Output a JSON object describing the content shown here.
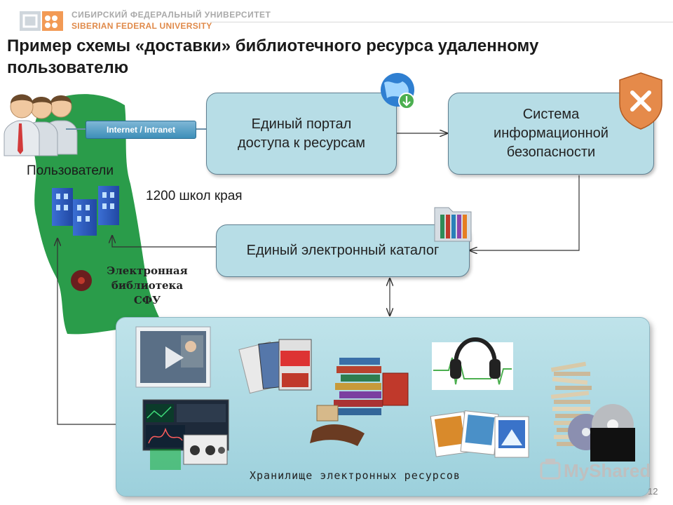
{
  "header": {
    "university_ru": "СИБИРСКИЙ ФЕДЕРАЛЬНЫЙ УНИВЕРСИТЕТ",
    "university_en": "SIBERIAN FEDERAL UNIVERSITY"
  },
  "title": "Пример схемы «доставки» библиотечного ресурса удаленному пользователю",
  "nodes": {
    "users_label": "Пользователи",
    "network": "Internet / Intranet",
    "portal": "Единый портал доступа к ресурсам",
    "security": "Система информационной безопасности",
    "catalog": "Единый электронный каталог",
    "schools": "1200 школ края",
    "elib": "Электронная библиотека СФУ",
    "repository": "Хранилище электронных ресурсов"
  },
  "watermark": "MyShared",
  "page_number": "12",
  "colors": {
    "box_fill": "#b7dde6",
    "region_green": "#2a9c4a",
    "repo_fill": "#a9d8e2",
    "title_text": "#1a1a1a"
  },
  "icons": [
    "users-icon",
    "globe-download-icon",
    "shield-x-icon",
    "folder-icon",
    "buildings-icon",
    "disc-icon",
    "video-icon",
    "magazines-icon",
    "books-icon",
    "headphones-icon",
    "photos-icon",
    "cd-stack-icon",
    "software-screens-icon"
  ]
}
